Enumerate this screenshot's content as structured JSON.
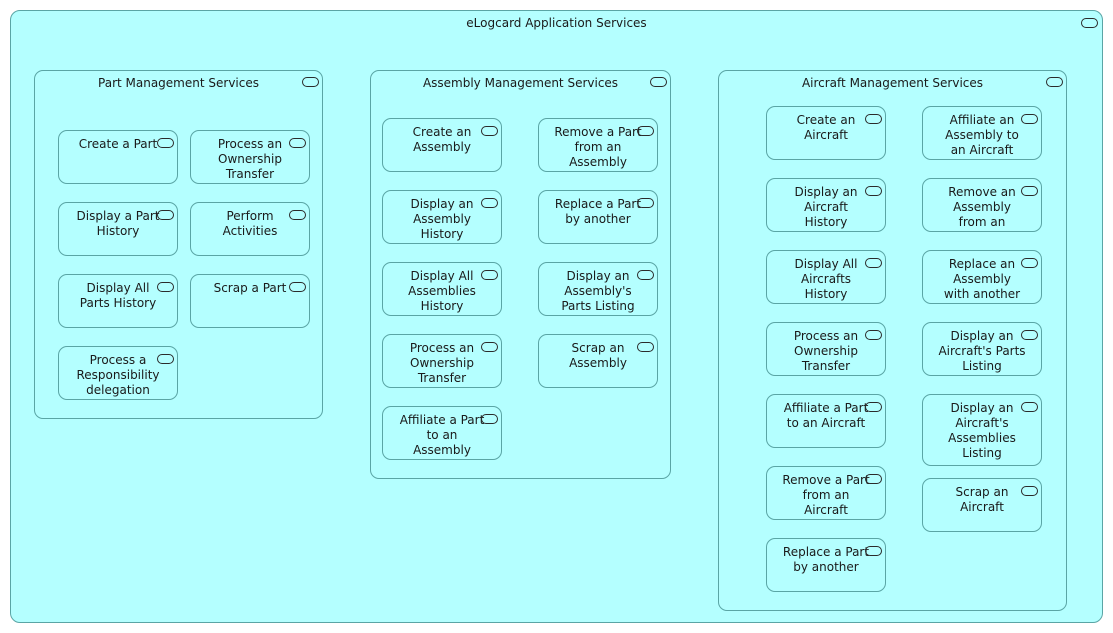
{
  "diagram": {
    "title": "eLogcard Application Services",
    "groups": [
      {
        "title": "Part Management Services",
        "services": [
          "Create a Part",
          "Process an\nOwnership\nTransfer",
          "Display a Part\nHistory",
          "Perform\nActivities",
          "Display All\nParts History",
          "Scrap a Part",
          "Process a\nResponsibility\ndelegation"
        ]
      },
      {
        "title": "Assembly Management Services",
        "services": [
          "Create an\nAssembly",
          "Remove a Part\nfrom an\nAssembly",
          "Display an\nAssembly\nHistory",
          "Replace a Part\nby another",
          "Display All\nAssemblies\nHistory",
          "Display an\nAssembly's\nParts Listing",
          "Process an\nOwnership\nTransfer",
          "Scrap an\nAssembly",
          "Affiliate a Part\nto an\nAssembly"
        ]
      },
      {
        "title": "Aircraft Management Services",
        "services": [
          "Create an\nAircraft",
          "Affiliate an\nAssembly to\nan Aircraft",
          "Display an\nAircraft\nHistory",
          "Remove an\nAssembly\nfrom an",
          "Display All\nAircrafts\nHistory",
          "Replace an\nAssembly\nwith another",
          "Process an\nOwnership\nTransfer",
          "Display an\nAircraft's Parts\nListing",
          "Affiliate a Part\nto an Aircraft",
          "Display an\nAircraft's\nAssemblies\nListing",
          "Remove a Part\nfrom an\nAircraft",
          "Scrap an\nAircraft",
          "Replace a Part\nby another"
        ]
      }
    ]
  }
}
